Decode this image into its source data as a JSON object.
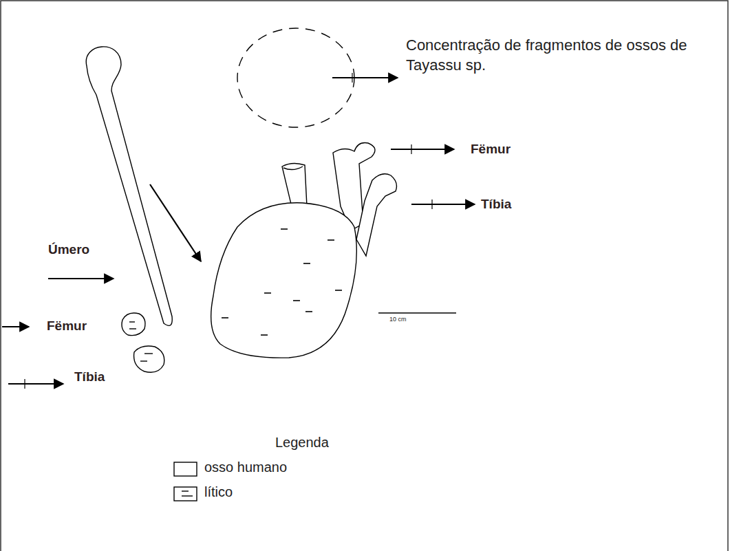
{
  "diagram": {
    "labels": [
      "Concentração de fragmentos de ossos de Tayassu sp.",
      "Fëmur",
      "Tíbia",
      "Úmero",
      "Fëmur",
      "Tíbia",
      "10 cm",
      "Legenda"
    ],
    "legend": [
      {
        "text": "osso humano"
      },
      {
        "text": "lítico"
      }
    ]
  }
}
